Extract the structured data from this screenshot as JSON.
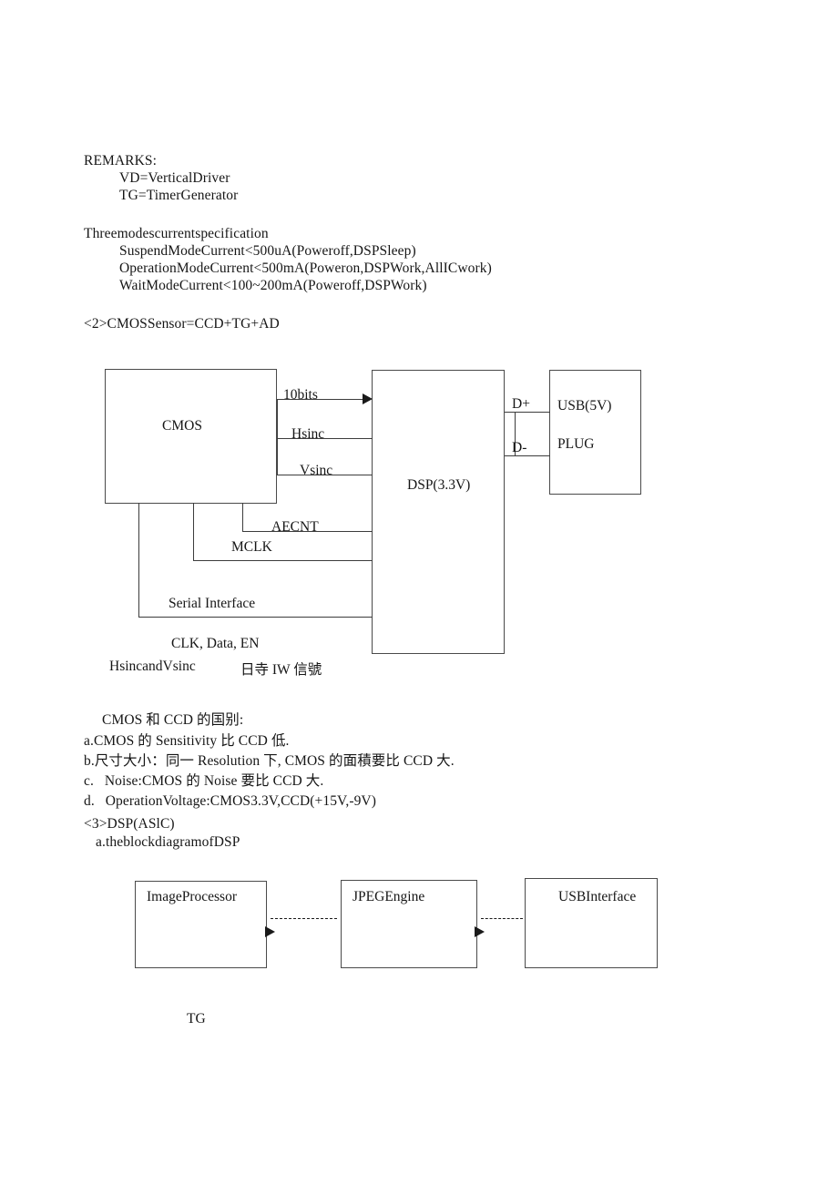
{
  "document": {
    "remarks": {
      "heading": "REMARKS:",
      "lines": [
        "VD=VerticalDriver",
        "TG=TimerGenerator"
      ]
    },
    "three_modes": {
      "heading": "Threemodescurrentspecification",
      "lines": [
        "SuspendModeCurrent<500uA(Poweroff,DSPSleep)",
        "OperationModeCurrent<500mA(Poweron,DSPWork,AllICwork)",
        "WaitModeCurrent<100~200mA(Poweroff,DSPWork)"
      ]
    },
    "section2": {
      "heading": "<2>CMOSSensor=CCD+TG+AD"
    },
    "sensor_diagram": {
      "blocks": [
        {
          "id": "cmos",
          "label": "CMOS"
        },
        {
          "id": "dsp",
          "label": "DSP(3.3V)"
        },
        {
          "id": "usb",
          "label_line1": "USB(5V)",
          "label_line2": "PLUG"
        }
      ],
      "signals": [
        "10bits",
        "Hsinc",
        "Vsinc",
        "AECNT",
        "MCLK",
        "Serial Interface",
        "D+",
        "D-"
      ],
      "captions": [
        "CLK, Data, EN",
        "HsincandVsinc",
        "日寺 IW 信號"
      ]
    },
    "comparison": {
      "heading": "CMOS 和 CCD 的国别:",
      "items": [
        "a.CMOS 的 Sensitivity 比 CCD 低.",
        "b.尺寸大小：同一 Resolution 下, CMOS 的面積要比 CCD 大.",
        "c.   Noise:CMOS 的 Noise 要比 CCD 大.",
        "d.   OperationVoltage:CMOS3.3V,CCD(+15V,-9V)"
      ]
    },
    "section3": {
      "heading": "<3>DSP(ASlC)",
      "subheading": "a.theblockdiagramofDSP"
    },
    "dsp_diagram": {
      "blocks": [
        {
          "id": "image-processor",
          "label": "ImageProcessor"
        },
        {
          "id": "jpeg-engine",
          "label": "JPEGEngine"
        },
        {
          "id": "usb-interface",
          "label": "USBInterface"
        }
      ],
      "footer_label": "TG"
    }
  }
}
